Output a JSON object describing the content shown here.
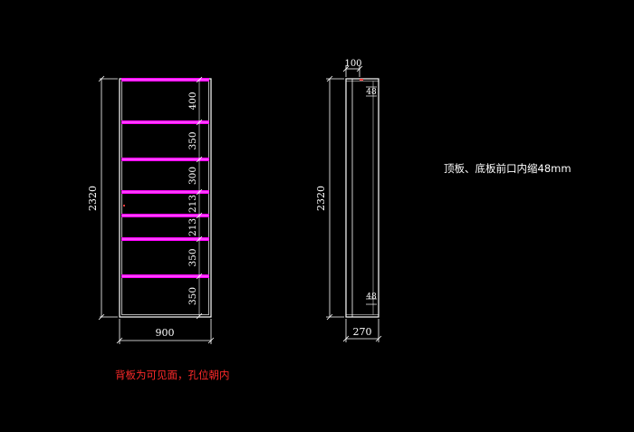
{
  "front_view": {
    "overall_height": "2320",
    "width": "900",
    "gaps_top_to_bottom": [
      "400",
      "350",
      "300",
      "213",
      "213",
      "350",
      "350"
    ]
  },
  "side_view": {
    "overall_height": "2320",
    "back_offset": "100",
    "depth": "270",
    "setback_top": "48",
    "setback_bottom": "48"
  },
  "notes": {
    "top_bottom_setback": "顶板、底板前口内缩48mm",
    "back_panel": "背板为可见面，孔位朝内"
  },
  "colors": {
    "background": "#000000",
    "lines": "#ffffff",
    "shelves": "#ff00ff",
    "notes_warning": "#ff2a2a"
  }
}
